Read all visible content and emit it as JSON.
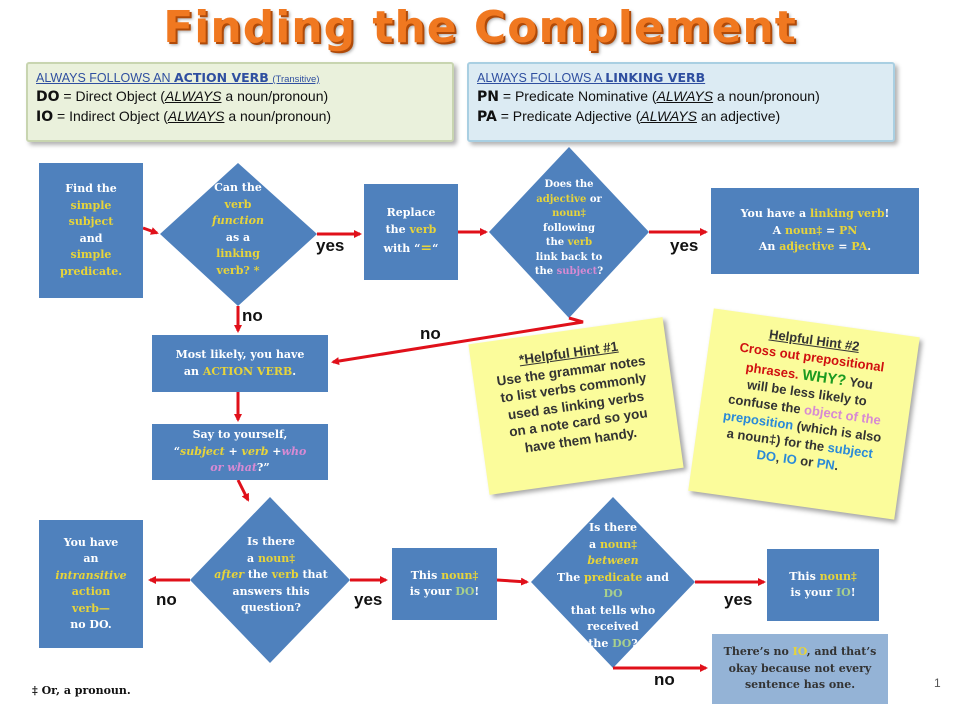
{
  "title": "Finding the Complement",
  "left_panel": {
    "heading_pre": "ALWAYS FOLLOWS AN ",
    "heading_key": "ACTION VERB",
    "heading_note": "(Transitive)",
    "line1_abbr": "DO",
    "line1_pre": " = Direct Object (",
    "line1_em": "ALWAYS",
    "line1_post": " a noun/pronoun)",
    "line2_abbr": "IO",
    "line2_pre": " = Indirect Object (",
    "line2_em": "ALWAYS",
    "line2_post": " a noun/pronoun)"
  },
  "right_panel": {
    "heading_pre": "ALWAYS FOLLOWS A ",
    "heading_key": "LINKING VERB",
    "line1_abbr": "PN",
    "line1_pre": " = Predicate Nominative (",
    "line1_em": "ALWAYS",
    "line1_post": " a noun/pronoun)",
    "line2_abbr": "PA",
    "line2_pre": " = Predicate Adjective (",
    "line2_em": "ALWAYS",
    "line2_post": " an adjective)"
  },
  "nodes": {
    "find": {
      "l1": "Find the",
      "l2": "simple",
      "l3": "subject",
      "l4": "and",
      "l5": "simple",
      "l6": "predicate."
    },
    "canverb": {
      "l1": "Can the",
      "l2": "verb",
      "l3": "function",
      "l4": "as a",
      "l5": "linking",
      "l6": "verb? *"
    },
    "replace": {
      "l1": "Replace",
      "l2a": "the ",
      "l2b": "verb",
      "l3a": "with “",
      "l3b": "=",
      "l3c": "“"
    },
    "doesadj": {
      "l1": "Does the",
      "l2a": "adjective",
      "l2b": " or",
      "l3": "noun‡",
      "l4": "following",
      "l5a": "the ",
      "l5b": "verb",
      "l6": "link back to",
      "l7a": "the ",
      "l7b": "subject",
      "l7c": "?"
    },
    "linking": {
      "l1a": "You have a ",
      "l1b": "linking verb",
      "l1c": "!",
      "l2a": "A ",
      "l2b": "noun‡",
      "l2c": " = ",
      "l2d": "PN",
      "l3a": "An ",
      "l3b": "adjective",
      "l3c": " = ",
      "l3d": "PA",
      "l3e": "."
    },
    "action": {
      "l1": "Most likely, you have",
      "l2a": "an ",
      "l2b": "ACTION VERB",
      "l2c": "."
    },
    "say": {
      "l1": "Say to yourself,",
      "l2a": "“",
      "l2b": "subject",
      "l2c": " + ",
      "l2d": "verb",
      "l2e": " +",
      "l2f": "who",
      "l3a": "or what",
      "l3b": "?”"
    },
    "intrans": {
      "l1": "You have",
      "l2": "an",
      "l3": "intransitive",
      "l4": "action",
      "l5": "verb—",
      "l6": "no DO."
    },
    "isnoun1": {
      "l1": "Is there",
      "l2a": "a ",
      "l2b": "noun‡",
      "l3a": "after",
      "l3b": " the ",
      "l3c": "verb",
      "l3d": " that",
      "l4": "answers this",
      "l5": "question?"
    },
    "yourdo": {
      "l1a": "This ",
      "l1b": "noun‡",
      "l2a": "is your ",
      "l2b": "DO",
      "l2c": "!"
    },
    "isnoun2": {
      "l1": "Is there",
      "l2a": "a ",
      "l2b": "noun‡",
      "l3": "between",
      "l4a": "The ",
      "l4b": "predicate",
      "l4c": " and ",
      "l4d": "DO",
      "l5": "that tells who",
      "l6": "received",
      "l7a": "the ",
      "l7b": "DO",
      "l7c": "?"
    },
    "youio": {
      "l1a": "This ",
      "l1b": "noun‡",
      "l2a": "is your ",
      "l2b": "IO",
      "l2c": "!"
    },
    "noio": {
      "l1a": "There’s no ",
      "l1b": "IO",
      "l1c": ", and that’s",
      "l2": "okay because not every",
      "l3": "sentence has one."
    }
  },
  "labels": {
    "yes1": "yes",
    "yes2": "yes",
    "no1": "no",
    "no2": "no",
    "no3": "no",
    "yes3": "yes",
    "yes4": "yes",
    "no4": "no"
  },
  "hint1": {
    "title": "*Helpful Hint #1",
    "l1": "Use the grammar notes",
    "l2": "to list verbs commonly",
    "l3": "used as linking verbs",
    "l4": "on a note card so you",
    "l5": "have them handy."
  },
  "hint2": {
    "title": "Helpful Hint #2",
    "l1": "Cross out prepositional",
    "l2a": "phrases.  ",
    "l2b": "WHY?",
    "l2c": " You",
    "l3": "will be less likely to",
    "l4a": "confuse the ",
    "l4b": "object of the",
    "l5a": "preposition",
    "l5b": " (which is also",
    "l6a": "a noun‡) for the ",
    "l6b": "subject",
    "l7a": "DO",
    "l7b": ", ",
    "l7c": "IO",
    "l7d": " or ",
    "l7e": "PN",
    "l7f": "."
  },
  "footnote": "‡  Or, a pronoun.",
  "page_number": "1",
  "colors": {
    "arrow": "#e0101a",
    "box": "#4f81bd",
    "title": "#f07820",
    "highlight": "#e7d43a",
    "pink": "#d78ad3",
    "green": "#a8d08d"
  }
}
